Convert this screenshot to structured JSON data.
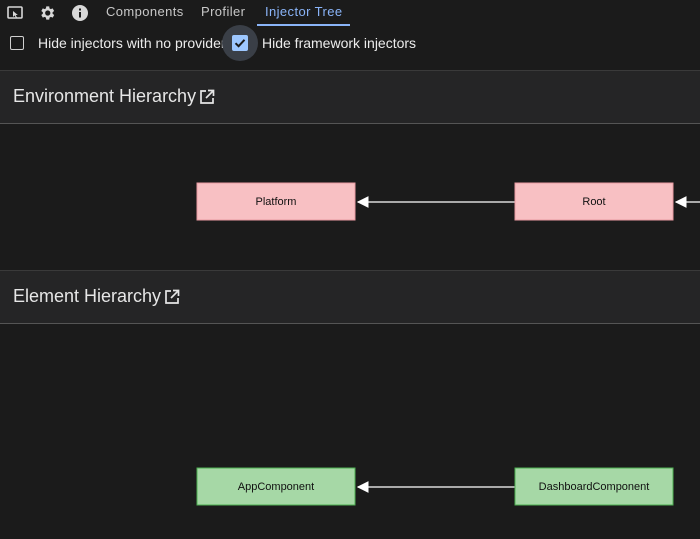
{
  "toolbar": {
    "icons": [
      "inspect-element-icon",
      "gear-icon",
      "info-icon"
    ],
    "tabs": [
      {
        "label": "Components",
        "active": false
      },
      {
        "label": "Profiler",
        "active": false
      },
      {
        "label": "Injector Tree",
        "active": true
      }
    ]
  },
  "filters": {
    "hide_no_providers": {
      "label": "Hide injectors with no providers",
      "checked": false
    },
    "hide_framework": {
      "label": "Hide framework injectors",
      "checked": true
    }
  },
  "environment": {
    "title": "Environment Hierarchy",
    "nodes": [
      "Platform",
      "Root"
    ],
    "node_color": "#f8c0c3"
  },
  "element": {
    "title": "Element Hierarchy",
    "nodes": [
      "AppComponent",
      "DashboardComponent"
    ],
    "node_color": "#a6d8a6",
    "node_border": "#4caf50"
  },
  "colors": {
    "accent": "#8ab4f8",
    "background": "#1b1b1b",
    "section_bar": "#252526",
    "edge": "#ffffff"
  }
}
